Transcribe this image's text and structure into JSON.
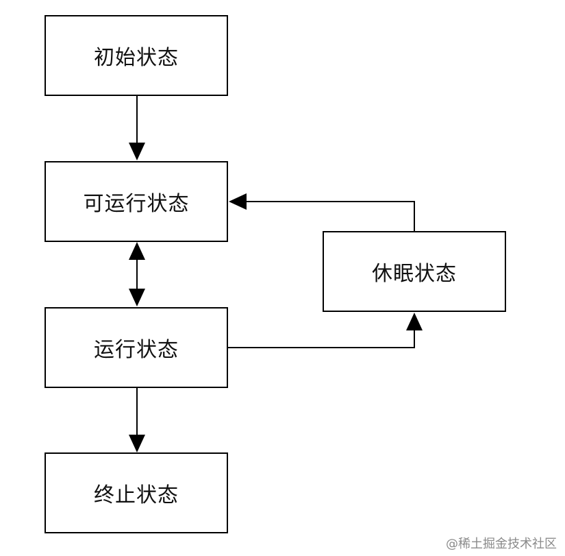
{
  "nodes": {
    "initial": "初始状态",
    "runnable": "可运行状态",
    "sleeping": "休眠状态",
    "running": "运行状态",
    "terminated": "终止状态"
  },
  "edges": [
    {
      "from": "initial",
      "to": "runnable"
    },
    {
      "from": "runnable",
      "to": "running",
      "bidirectional": true
    },
    {
      "from": "running",
      "to": "sleeping"
    },
    {
      "from": "sleeping",
      "to": "runnable"
    },
    {
      "from": "running",
      "to": "terminated"
    }
  ],
  "watermark": "@稀土掘金技术社区"
}
